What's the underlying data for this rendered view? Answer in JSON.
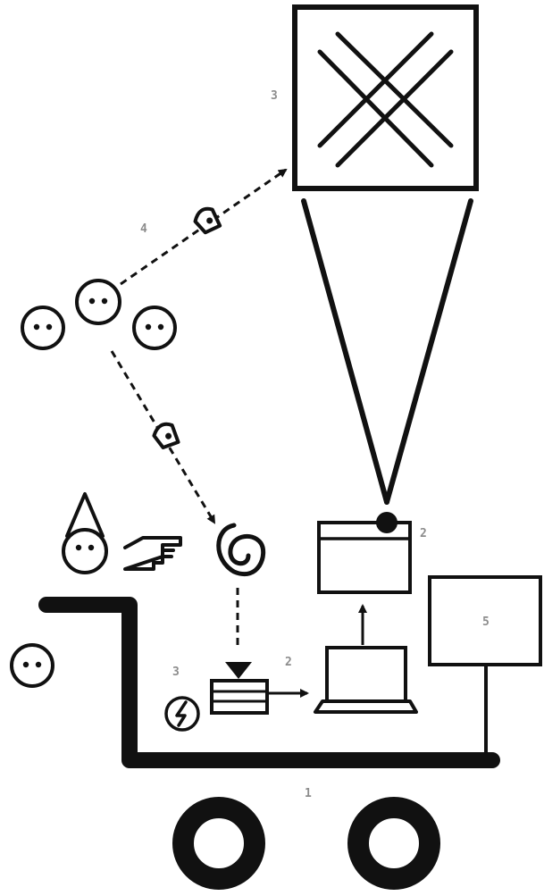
{
  "diagram": {
    "labels": {
      "cart": "1",
      "browser": "2",
      "laptop": "2",
      "screen": "3",
      "power": "3",
      "observer_view": "4",
      "monitor": "5"
    }
  },
  "colors": {
    "ink": "#111111",
    "label": "#8c8c8c",
    "background": "#ffffff"
  },
  "icons": [
    "smiley-face-icon",
    "wizard-face-icon",
    "pointing-hand-icon",
    "spiral-icon",
    "eye-icon",
    "browser-window-icon",
    "laptop-icon",
    "power-icon",
    "projector-device-icon",
    "wheel-icon",
    "large-screen-icon",
    "monitor-icon"
  ]
}
